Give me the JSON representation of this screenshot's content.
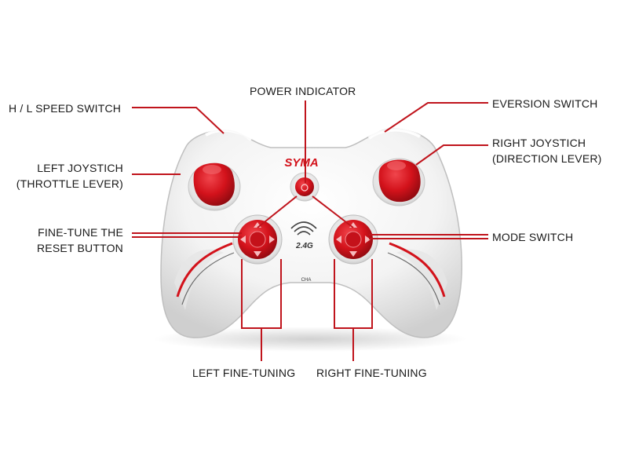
{
  "brand": "SYMA",
  "colors": {
    "accent_red": "#d3121b",
    "leader_line": "#c0141c",
    "body_white": "#f2f2f2",
    "body_shadow": "#c9c9c9"
  },
  "controller_markings": {
    "signal": "2.4G",
    "channel": "CHA"
  },
  "labels": {
    "power_indicator": "POWER INDICATOR",
    "hl_speed_switch": "H / L SPEED SWITCH",
    "eversion_switch": "EVERSION SWITCH",
    "left_joystick": [
      "LEFT JOYSTICH",
      "(THROTTLE LEVER)"
    ],
    "right_joystick": [
      "RIGHT JOYSTICH",
      "(DIRECTION LEVER)"
    ],
    "fine_tune_reset": [
      "FINE-TUNE THE",
      "RESET BUTTON"
    ],
    "mode_switch": "MODE SWITCH",
    "left_fine_tuning": "LEFT FINE-TUNING",
    "right_fine_tuning": "RIGHT FINE-TUNING"
  }
}
